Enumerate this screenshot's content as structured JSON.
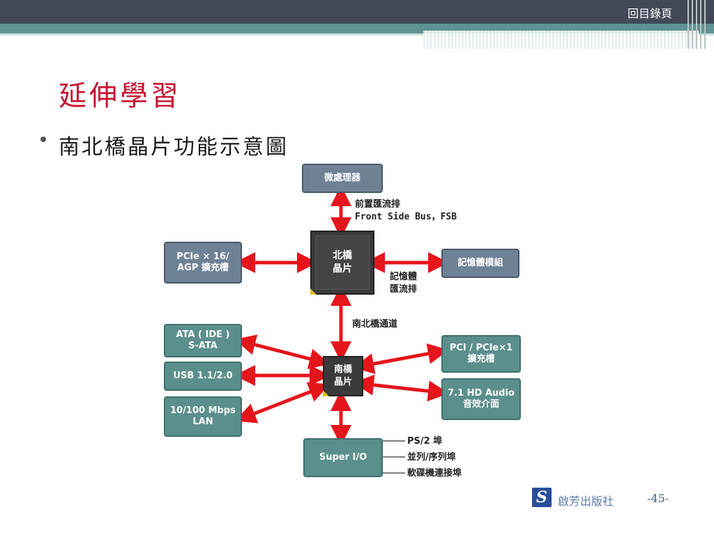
{
  "header": {
    "toc_link": "回目錄頁"
  },
  "slide": {
    "title": "延伸學習",
    "bullet": "南北橋晶片功能示意圖"
  },
  "diagram": {
    "cpu": "微處理器",
    "fsb_label": "前置匯流排\nFront Side Bus，FSB",
    "north_bridge": "北橋\n晶片",
    "pcie16": "PCIe × 16/\nAGP 擴充槽",
    "memory_module": "記憶體模組",
    "memory_bus_label": "記憶體\n匯流排",
    "nb_sb_channel": "南北橋通道",
    "south_bridge": "南橋\n晶片",
    "ata": "ATA ( IDE )\nS-ATA",
    "usb": "USB 1.1/2.0",
    "lan": "10/100 Mbps\nLAN",
    "pci": "PCI / PCIe×1\n擴充槽",
    "audio": "7.1 HD Audio\n音效介面",
    "super_io": "Super I/O",
    "ps2": "PS/2 埠",
    "serial_parallel": "並列/序列埠",
    "floppy": "軟碟機連接埠"
  },
  "colors": {
    "arrow": "#e4151b",
    "box": "#6f8195",
    "teal_box": "#5b8f8c",
    "title": "#c8102e"
  },
  "footer": {
    "logo_glyph": "S",
    "publisher": "啟芳出版社",
    "page": "-45-"
  }
}
